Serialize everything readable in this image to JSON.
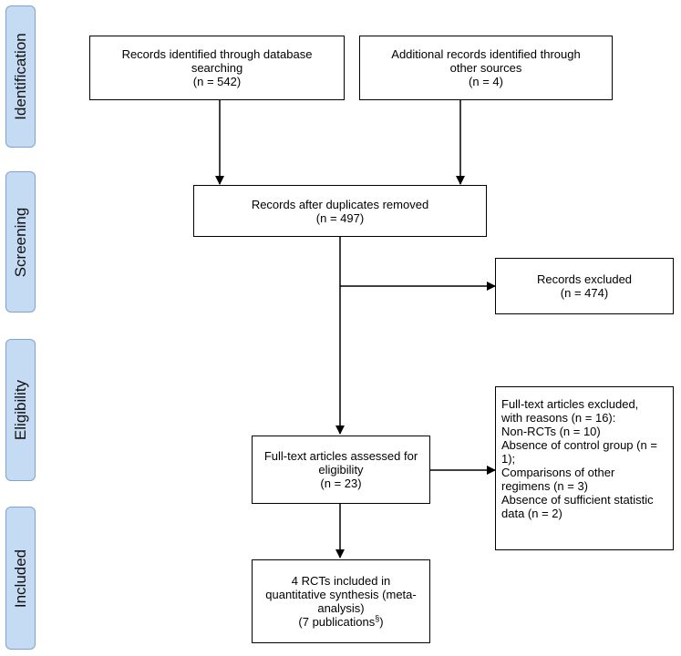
{
  "phases": {
    "identification": "Identification",
    "screening": "Screening",
    "eligibility": "Eligibility",
    "included": "Included"
  },
  "boxes": {
    "database": [
      "Records identified through database",
      "searching",
      "(n = 542)"
    ],
    "other_sources": [
      "Additional records identified through",
      "other sources",
      "(n = 4)"
    ],
    "after_duplicates": [
      "Records after duplicates removed",
      "(n = 497)"
    ],
    "excluded": [
      "Records excluded",
      "(n = 474)"
    ],
    "fulltext_assessed": [
      "Full-text articles assessed for",
      "eligibility",
      "(n = 23)"
    ],
    "fulltext_excluded": [
      "Full-text articles excluded,",
      "with reasons (n = 16):",
      "Non-RCTs (n = 10)",
      "Absence of control group (n =",
      "1);",
      "Comparisons of other",
      "regimens (n = 3)",
      "Absence of sufficient statistic",
      "data (n = 2)"
    ],
    "included": {
      "lines": [
        "4 RCTs included in",
        "quantitative synthesis (meta-",
        "analysis)"
      ],
      "last_line": "(7 publications",
      "superscript": "§",
      "closing": ")"
    }
  },
  "colors": {
    "phase_fill": "#c5dbf3",
    "phase_border": "#7fa3c9",
    "line": "#000000"
  }
}
